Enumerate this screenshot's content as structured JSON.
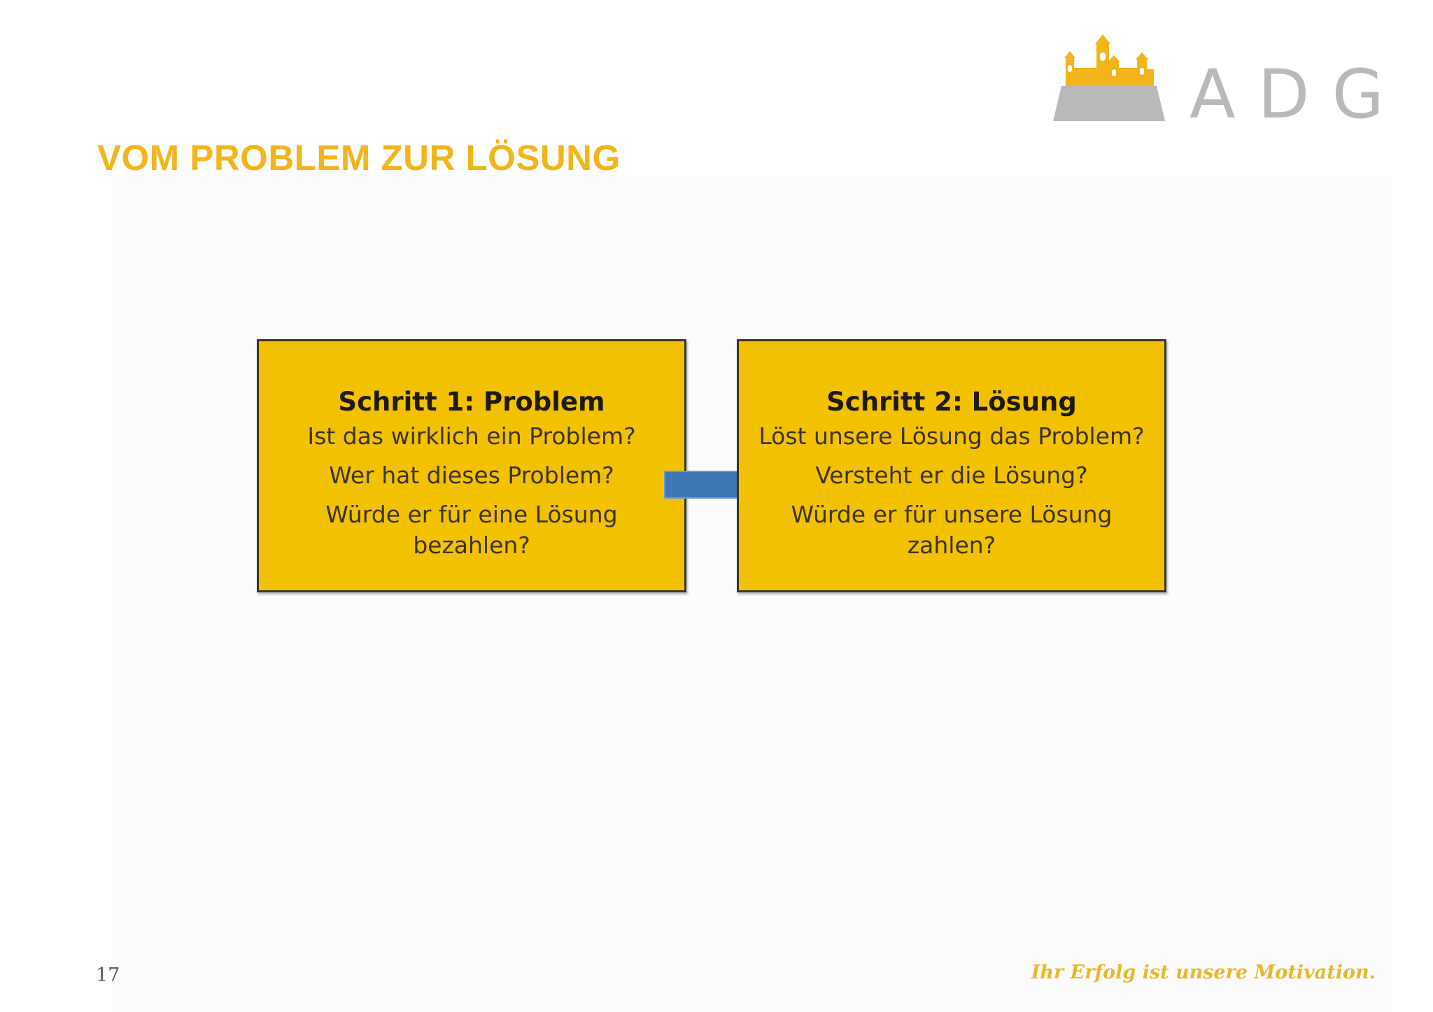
{
  "logo": {
    "text": "ADG",
    "icon": "castle-logo-icon",
    "colors": {
      "castle": "#f2b51c",
      "base": "#b9b9b9",
      "text": "#b9b9b9"
    }
  },
  "title": "VOM PROBLEM ZUR LÖSUNG",
  "steps": [
    {
      "heading": "Schritt 1: Problem",
      "lines": [
        "Ist das wirklich ein Problem?",
        "Wer hat dieses Problem?",
        "Würde er für eine Lösung bezahlen?"
      ]
    },
    {
      "heading": "Schritt 2: Lösung",
      "lines": [
        "Löst unsere Lösung das Problem?",
        "Versteht er die Lösung?",
        "Würde er für unsere Lösung zahlen?"
      ]
    }
  ],
  "connector": {
    "icon": "right-arrow-icon",
    "color": "#3f77b5"
  },
  "footer": {
    "page_number": "17",
    "tagline": "Ihr Erfolg ist unsere Motivation."
  },
  "colors": {
    "accent": "#f2b51c",
    "box_fill": "#f2c200",
    "box_border": "#3a3420"
  }
}
